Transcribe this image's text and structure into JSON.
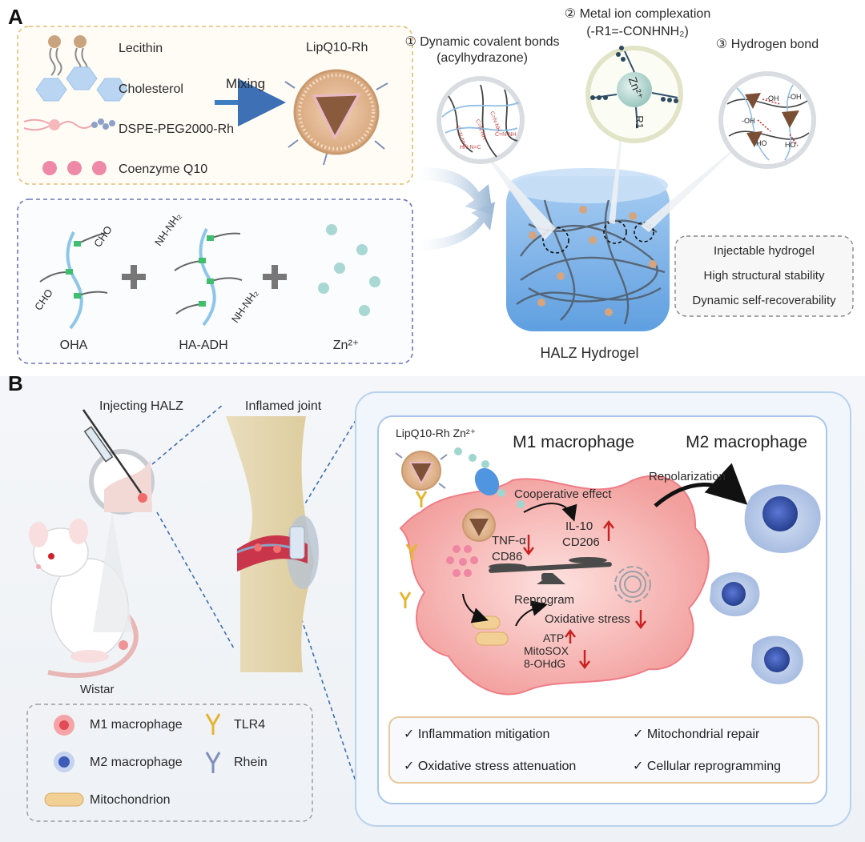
{
  "panels": {
    "a": "A",
    "b": "B"
  },
  "panel_a": {
    "components": {
      "lecithin": "Lecithin",
      "cholesterol": "Cholesterol",
      "dspe": "DSPE-PEG2000-Rh",
      "coq10": "Coenzyme Q10",
      "mixing": "Mixing",
      "liposome": "LipQ10-Rh"
    },
    "polymers": {
      "oha": "OHA",
      "ha_adh": "HA-ADH",
      "zn": "Zn²⁺",
      "cho_1": "CHO",
      "cho_2": "CHO",
      "nh_1": "NH-NH₂",
      "nh_2": "NH-NH₂"
    },
    "bonds": {
      "b1_line1": "① Dynamic covalent bonds",
      "b1_line2": "(acylhydrazone)",
      "b2_line1": "② Metal ion complexation",
      "b2_line2": "(-R1=-CONHNH₂)",
      "b3": "③ Hydrogen bond",
      "zn_center": "Zn²⁺",
      "r1": "R1"
    },
    "properties": [
      "Injectable hydrogel",
      "High structural stability",
      "Dynamic self-recoverability"
    ],
    "hydrogel_label": "HALZ Hydrogel"
  },
  "panel_b": {
    "injecting": "Injecting HALZ",
    "inflamed": "Inflamed joint",
    "wistar": "Wistar",
    "legend": {
      "m1": "M1 macrophage",
      "m2": "M2 macrophage",
      "mito": "Mitochondrion",
      "tlr4": "TLR4",
      "rhein": "Rhein"
    },
    "cell": {
      "lip_label": "LipQ10-Rh  Zn²⁺",
      "m1_title": "M1 macrophage",
      "m2_title": "M2 macrophage",
      "cooperative": "Cooperative effect",
      "repolarization": "Repolarization",
      "tnf": "TNF-α",
      "cd86": "CD86",
      "il10": "IL-10",
      "cd206": "CD206",
      "reprogram": "Reprogram",
      "oxidative": "Oxidative stress",
      "atp": "ATP",
      "mitosox": "MitoSOX",
      "ohdg": "8-OHdG"
    },
    "outcomes": [
      "✓ Inflammation mitigation",
      "✓ Mitochondrial repair",
      "✓ Oxidative stress attenuation",
      "✓ Cellular reprogramming"
    ]
  },
  "colors": {
    "accent_blue": "#4f8fd0",
    "arrow_red": "#cc1f1f",
    "m1_pink": "#f3a1a3",
    "m2_blue": "#5d7fcf"
  }
}
